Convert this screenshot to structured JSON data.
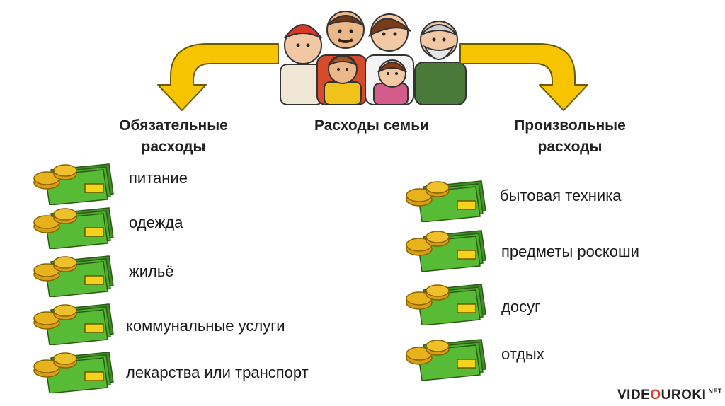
{
  "title": "Расходы семьи",
  "categories": {
    "mandatory": {
      "title_line1": "Обязательные",
      "title_line2": "расходы",
      "items": [
        "питание",
        "одежда",
        "жильё",
        "коммунальные услуги",
        "лекарства или транспорт"
      ]
    },
    "discretionary": {
      "title_line1": "Произвольные",
      "title_line2": "расходы",
      "items": [
        "бытовая техника",
        "предметы роскоши",
        "досуг",
        "отдых"
      ]
    }
  },
  "watermark": {
    "main": "VIDEOUROKI",
    "accent": "O",
    "suffix": ".NET"
  },
  "colors": {
    "arrow_fill": "#f6c400",
    "arrow_stroke": "#6b5a00",
    "bill_green": "#4caf2e",
    "coin_gold": "#e8b21c",
    "badge_yellow": "#f7d21a"
  },
  "icons": {
    "expense": "money-stack-icon",
    "family": "family-illustration"
  }
}
